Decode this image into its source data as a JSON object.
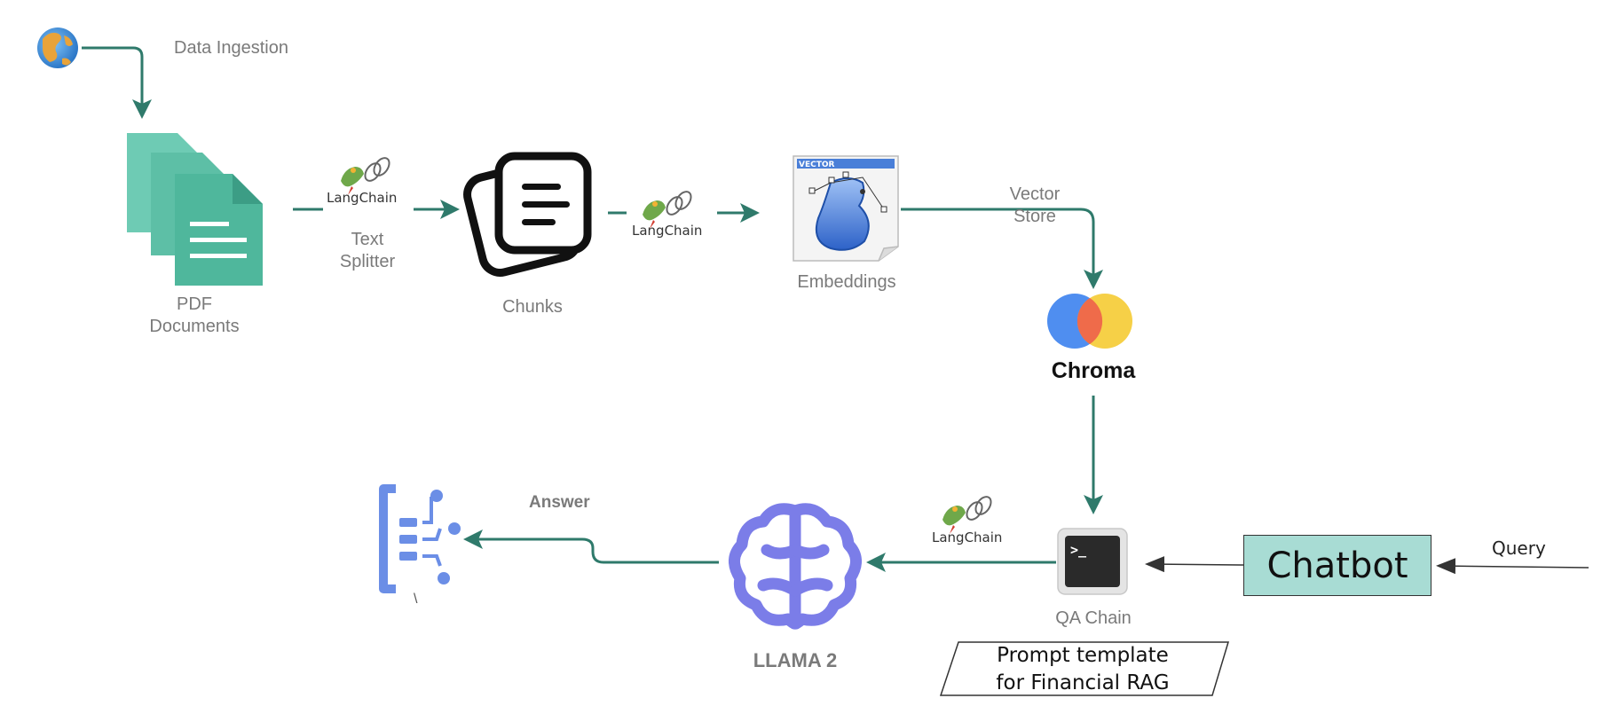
{
  "diagram": {
    "data_ingestion_label": "Data Ingestion",
    "pdf_label_line1": "PDF",
    "pdf_label_line2": "Documents",
    "langchain_label": "LangChain",
    "text_splitter_line1": "Text",
    "text_splitter_line2": "Splitter",
    "chunks_label": "Chunks",
    "vector_badge": "VECTOR",
    "embeddings_label": "Embeddings",
    "vector_store_line1": "Vector",
    "vector_store_line2": "Store",
    "chroma_label": "Chroma",
    "qa_chain_label": "QA Chain",
    "prompt_line1": "Prompt template",
    "prompt_line2": "for Financial RAG",
    "chatbot_label": "Chatbot",
    "query_label": "Query",
    "llama_label": "LLAMA 2",
    "answer_label": "Answer",
    "answer_mark": "\\",
    "terminal_prompt": ">_"
  },
  "colors": {
    "arrow_teal": "#2f7a6b",
    "doc_teal": "#5dbfa6",
    "brain_purple": "#7b7de8",
    "answer_blue": "#6b8ee6",
    "chatbot_fill": "#a8dcd4",
    "chroma_blue": "#4f8ef0",
    "chroma_red": "#ef6b4a",
    "chroma_yellow": "#f6d047"
  }
}
